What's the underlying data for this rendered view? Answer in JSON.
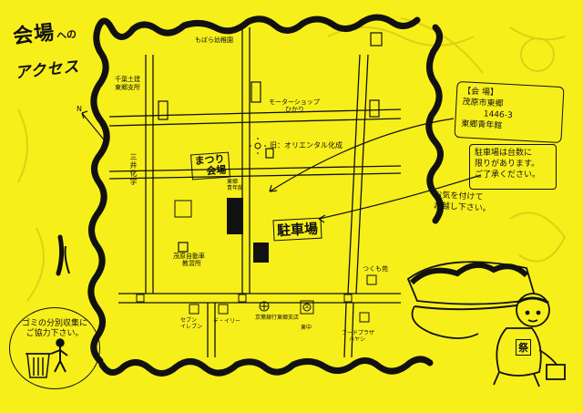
{
  "title": {
    "main": "会場",
    "sub": "への",
    "access": "アクセス"
  },
  "venue_info": {
    "heading": "【会 場】",
    "address_line1": "茂原市東郷",
    "address_line2": "1446-3",
    "building": "東郷青年館"
  },
  "parking_note": [
    "駐車場は台数に",
    "限りがあります。",
    "ご了承ください。"
  ],
  "please_note": [
    "お気を付けて",
    "お越し下さい。"
  ],
  "garbage_note": [
    "ゴミの分別収集に",
    "ご協力下さい。"
  ],
  "map_labels": {
    "kindergarten": "もばら幼稚園",
    "construction_office": [
      "千葉土建",
      "東郷支所"
    ],
    "motor_shop": [
      "モーターショップ",
      "ひかり"
    ],
    "former_factory": "旧：オリエンタル化成",
    "mitsui_chem": "三井化学",
    "matsuri_venue": [
      "まつり",
      "会場"
    ],
    "seinenkan": [
      "東郷",
      "青年館"
    ],
    "parking": "駐車場",
    "driving_school": [
      "茂原自動車",
      "教習所"
    ],
    "yu_en": "つくも苑",
    "seven_eleven": [
      "セブン",
      "イレブン"
    ],
    "daily": "デ・イリー",
    "bank": "京葉銀行東郷支店",
    "post_office": "文",
    "higashi_chu": "東中",
    "food_plaza": [
      "フードプラザ",
      "ハヤシ"
    ]
  },
  "mascot": {
    "shirt_text": "祭"
  }
}
